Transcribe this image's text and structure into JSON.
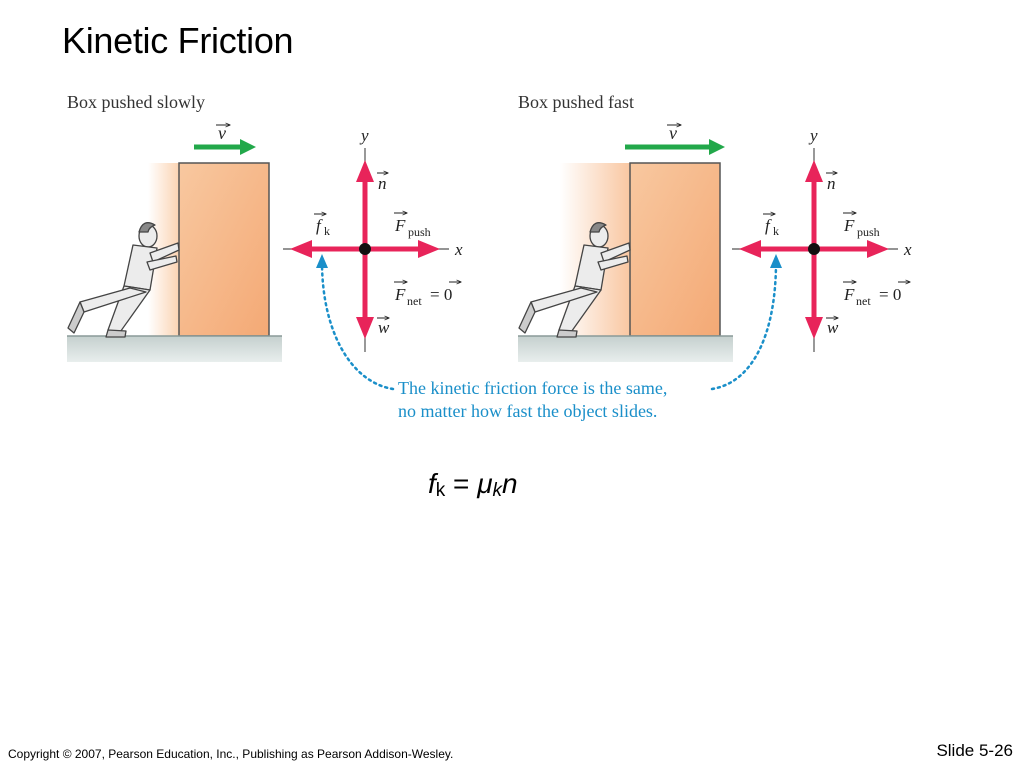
{
  "slide": {
    "title": "Kinetic Friction",
    "footer": "Copyright © 2007, Pearson Education, Inc., Publishing as Pearson Addison-Wesley.",
    "slide_number": "Slide 5-26"
  },
  "panels": [
    {
      "caption": "Box pushed slowly",
      "velocity_label": "v",
      "axis_y": "y",
      "axis_x": "x",
      "normal_label": "n",
      "weight_label": "w",
      "friction_label": "f",
      "friction_sub": "k",
      "push_label": "F",
      "push_sub": "push",
      "net_label": "F",
      "net_sub": "net",
      "net_value": "= 0"
    },
    {
      "caption": "Box pushed fast",
      "velocity_label": "v",
      "axis_y": "y",
      "axis_x": "x",
      "normal_label": "n",
      "weight_label": "w",
      "friction_label": "f",
      "friction_sub": "k",
      "push_label": "F",
      "push_sub": "push",
      "net_label": "F",
      "net_sub": "net",
      "net_value": "= 0"
    }
  ],
  "annotation": {
    "line1": "The kinetic friction force is the same,",
    "line2": "no matter how fast the object slides."
  },
  "formula": {
    "f": "f",
    "f_sub": "k",
    "equals": " = ",
    "mu": "μ",
    "mu_sub": "k",
    "n": "n"
  },
  "colors": {
    "force_arrow": "#e8245a",
    "velocity_arrow": "#22a84a",
    "annotation": "#1a8fc9",
    "box_fill": "#f6b98a",
    "ground": "#b9c7c4"
  }
}
